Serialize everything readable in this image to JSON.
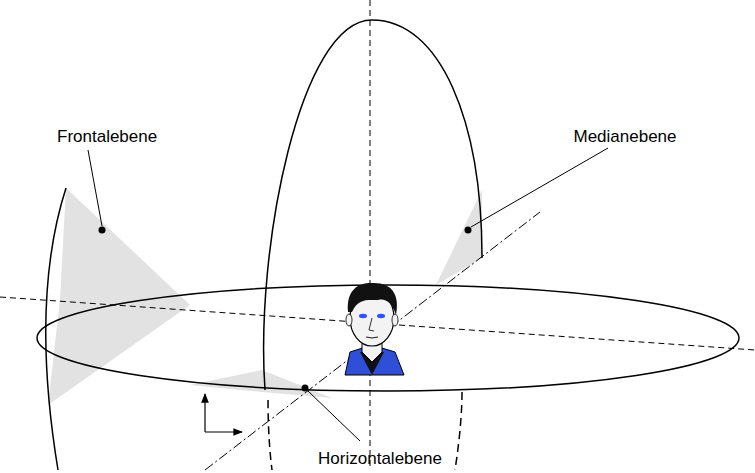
{
  "diagram": {
    "labels": [
      "Frontalebene",
      "Medianebene",
      "Horizontalebene"
    ]
  }
}
